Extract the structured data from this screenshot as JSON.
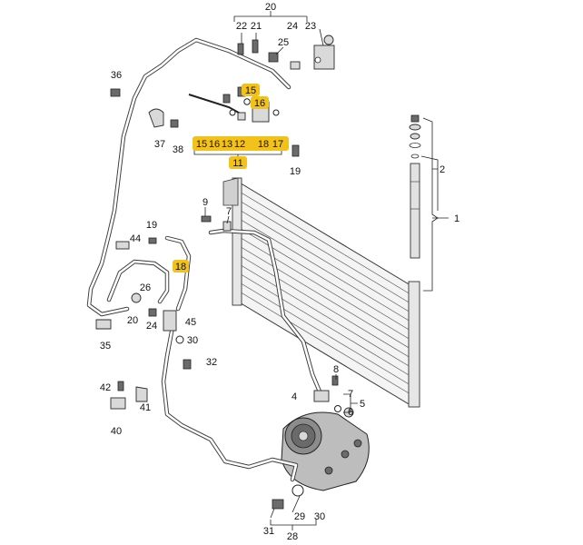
{
  "labels": {
    "p1": "1",
    "p2": "2",
    "p4": "4",
    "p5": "5",
    "p6": "6",
    "p7a": "7",
    "p7b": "7",
    "p8": "8",
    "p9": "9",
    "p11": "11",
    "p15a": "15",
    "p15b": "15",
    "p16a": "16",
    "p16b": "16",
    "p13": "13",
    "p12": "12",
    "p18a": "18",
    "p18b": "18",
    "p17": "17",
    "p19a": "19",
    "p19b": "19",
    "p20a": "20",
    "p20b": "20",
    "p21": "21",
    "p22": "22",
    "p23": "23",
    "p24a": "24",
    "p24b": "24",
    "p25": "25",
    "p26": "26",
    "p28": "28",
    "p29": "29",
    "p30a": "30",
    "p30b": "30",
    "p31": "31",
    "p32": "32",
    "p35": "35",
    "p36": "36",
    "p37": "37",
    "p38": "38",
    "p40": "40",
    "p41": "41",
    "p42": "42",
    "p44": "44",
    "p45": "45"
  },
  "highlight_color": "#f3c21a"
}
